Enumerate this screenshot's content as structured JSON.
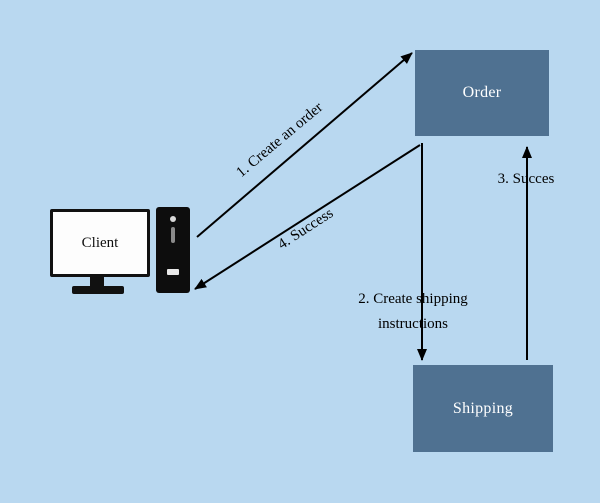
{
  "canvas": {
    "bg": "#b9d8f0"
  },
  "nodes": {
    "client": {
      "label": "Client"
    },
    "order": {
      "label": "Order",
      "color": "#4f7191"
    },
    "shipping": {
      "label": "Shipping",
      "color": "#4f7191"
    }
  },
  "arrows": {
    "create_order": {
      "label": "1. Create an order"
    },
    "create_shipping": {
      "label": "2. Create shipping instructions"
    },
    "success_to_order": {
      "label": "3. Succes"
    },
    "success_to_client": {
      "label": "4. Success"
    }
  }
}
